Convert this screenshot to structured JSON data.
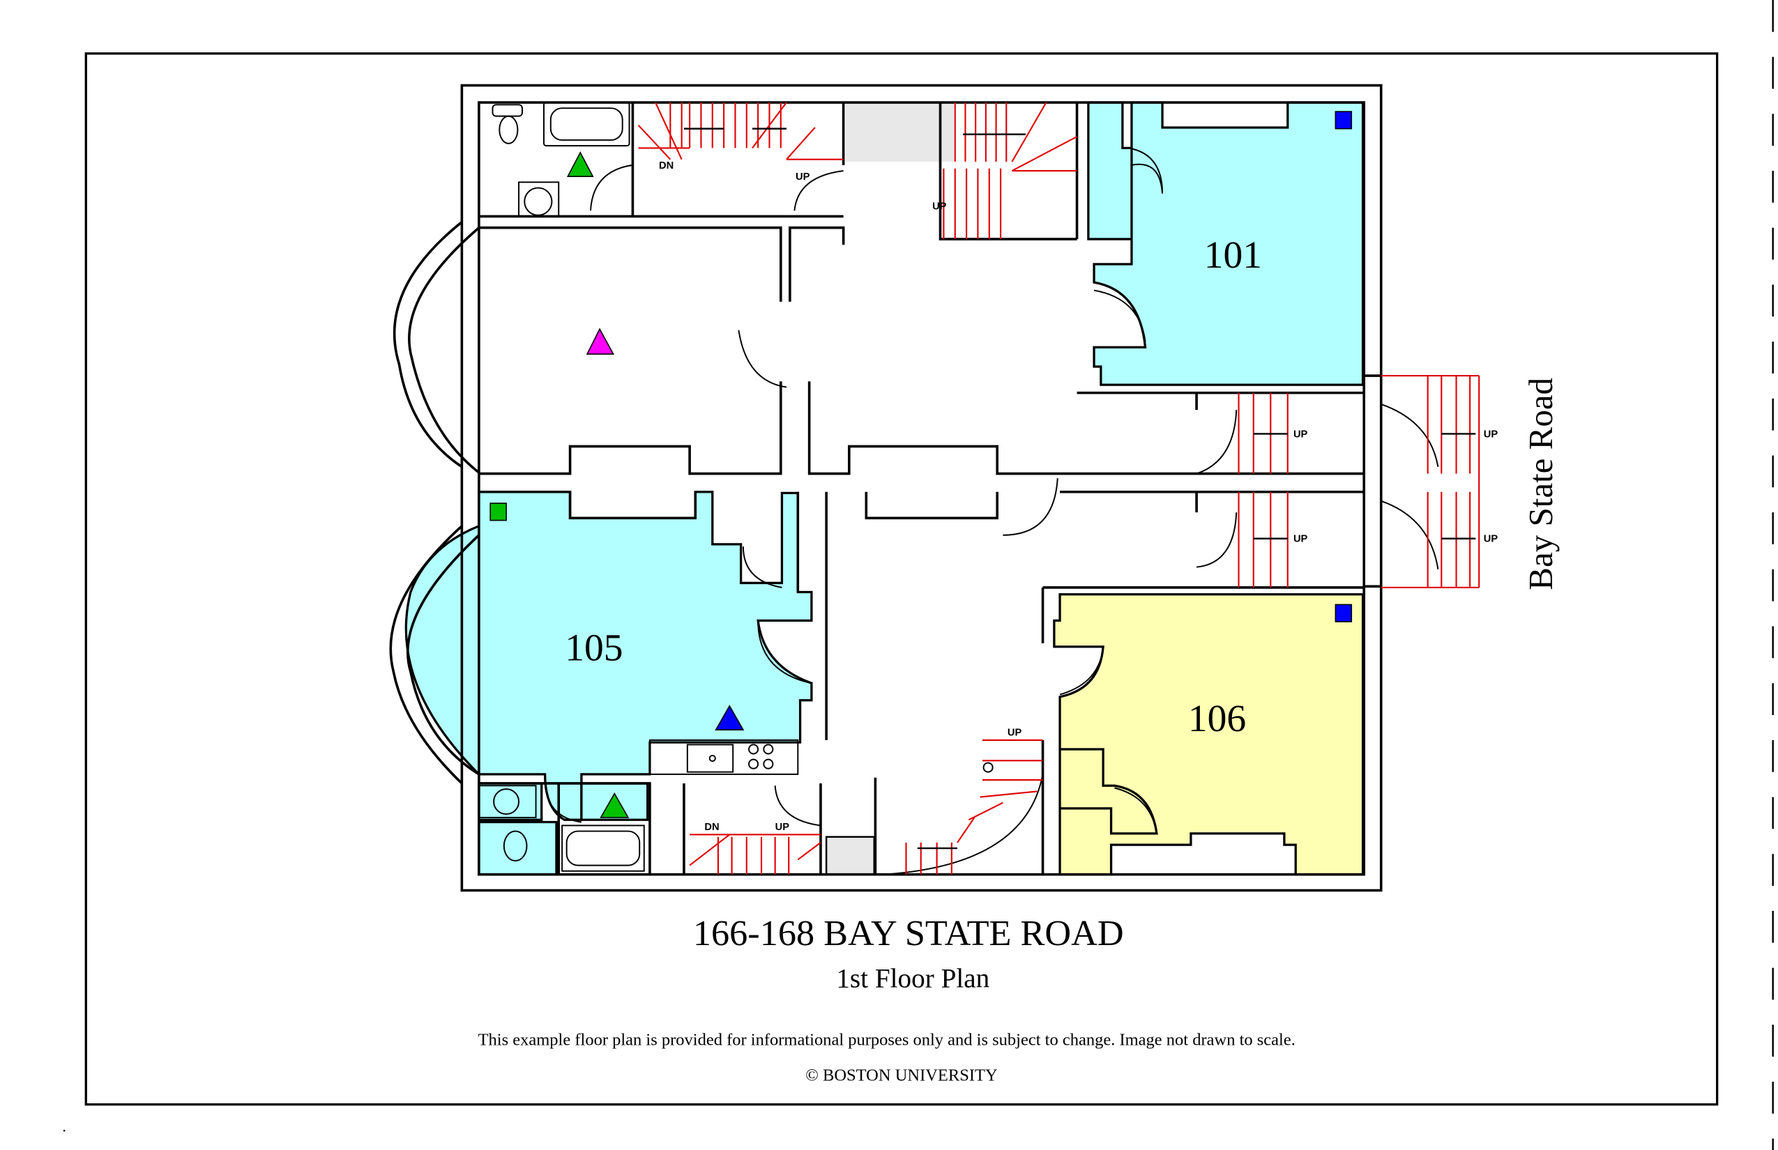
{
  "title": "166-168 BAY STATE ROAD",
  "subtitle": "1st Floor Plan",
  "disclaimer": "This example floor plan is provided for informational purposes only and is subject to change. Image not drawn to scale.",
  "copyright": "© BOSTON UNIVERSITY",
  "street_label": "Bay State Road",
  "rooms": [
    {
      "number": "101",
      "color": "#b3ffff"
    },
    {
      "number": "105",
      "color": "#b3ffff"
    },
    {
      "number": "106",
      "color": "#ffffb3"
    }
  ],
  "stair_labels": {
    "rear_left_dn": "DN",
    "rear_left_up": "UP",
    "rear_main_up": "UP",
    "front_upper_inner_up": "UP",
    "front_upper_outer_up": "UP",
    "front_lower_inner_up": "UP",
    "front_lower_outer_up": "UP",
    "spiral_up": "UP",
    "bottom_dn": "DN",
    "bottom_up": "UP"
  },
  "marker_colors": {
    "green": "#00c000",
    "magenta": "#ff00ff",
    "blue": "#0000ff",
    "stair_red": "#e00000",
    "closet_gray": "#e8e8e8"
  }
}
